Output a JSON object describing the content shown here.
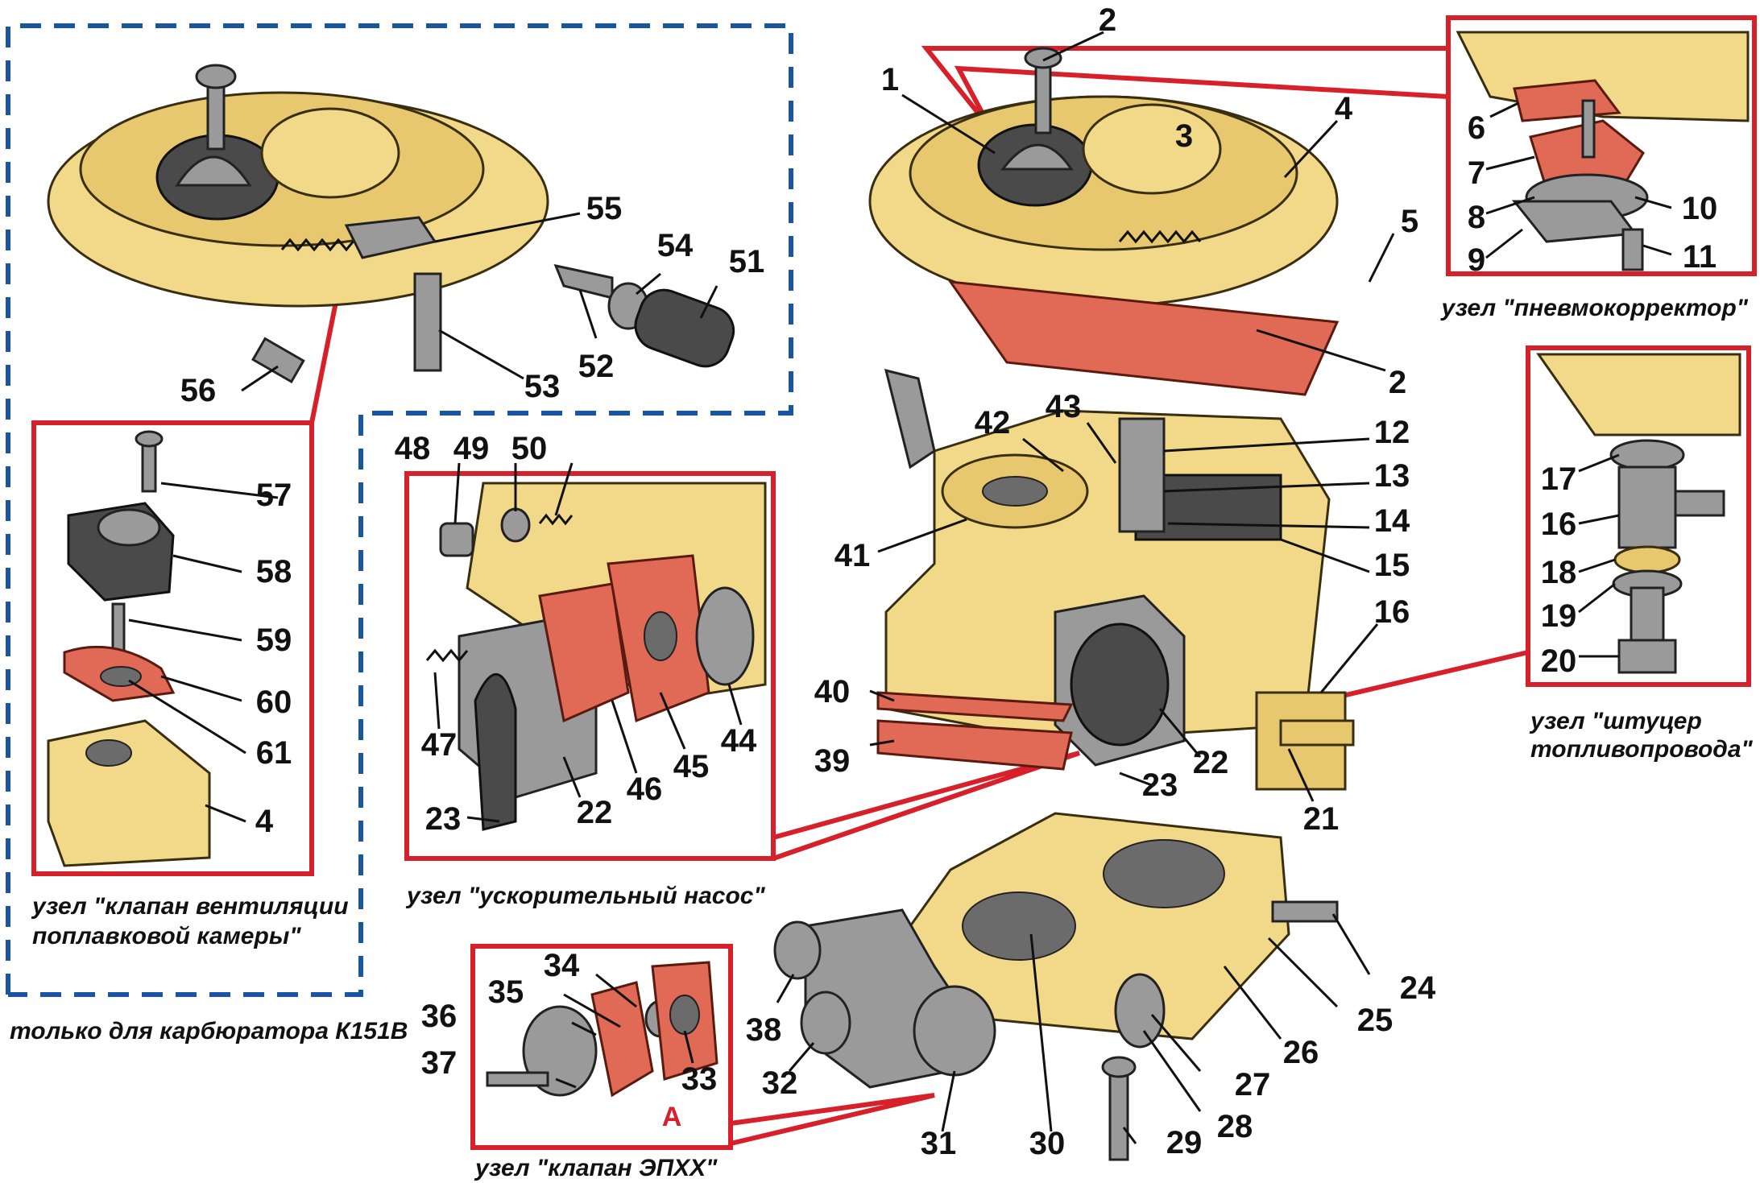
{
  "callouts": [
    "1",
    "2",
    "3",
    "4",
    "5",
    "6",
    "7",
    "8",
    "9",
    "10",
    "11",
    "12",
    "13",
    "14",
    "15",
    "16",
    "17",
    "18",
    "19",
    "20",
    "21",
    "22",
    "23",
    "24",
    "25",
    "26",
    "27",
    "28",
    "29",
    "30",
    "31",
    "32",
    "33",
    "34",
    "35",
    "36",
    "37",
    "38",
    "39",
    "40",
    "41",
    "42",
    "43",
    "44",
    "45",
    "46",
    "47",
    "48",
    "49",
    "50",
    "51",
    "52",
    "53",
    "54",
    "55",
    "56",
    "57",
    "58",
    "59",
    "60",
    "61"
  ],
  "captions": {
    "pneumocorrector": "узел \"пневмокорректор\"",
    "fuel_fitting_line1": "узел \"штуцер",
    "fuel_fitting_line2": "топливопровода\"",
    "accelerator_pump": "узел \"ускорительный насос\"",
    "vent_valve_line1": "узел \"клапан вентиляции",
    "vent_valve_line2": "поплавковой камеры\"",
    "only_k151v": "только для карбюратора К151В",
    "epxx_valve": "узел \"клапан ЭПХХ\"",
    "detail_a": "А"
  },
  "colors": {
    "frame_red": "#d8202a",
    "frame_blue": "#1a55a3",
    "housing": "#f2d98a",
    "gasket": "#e06a55",
    "metal": "#9a9a9a"
  }
}
